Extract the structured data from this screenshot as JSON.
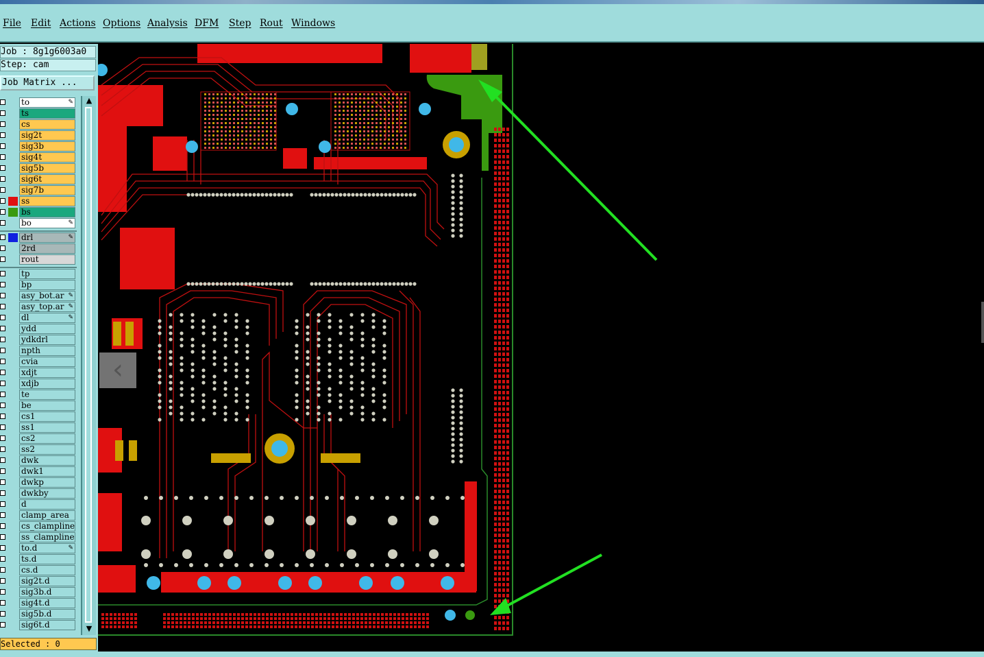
{
  "menu": {
    "items": [
      "File",
      "Edit",
      "Actions",
      "Options",
      "Analysis",
      "DFM",
      "Step",
      "Rout",
      "Windows"
    ]
  },
  "job": {
    "job_line": "Job : 8g1g6003a0",
    "step_line": "Step: cam",
    "matrix_button": "Job Matrix ..."
  },
  "layers": [
    {
      "name": "to",
      "color": "#ffffff",
      "swatch": "",
      "mark": true
    },
    {
      "name": "ts",
      "color": "#1aa87e",
      "swatch": ""
    },
    {
      "name": "cs",
      "color": "#ffc850",
      "swatch": ""
    },
    {
      "name": "sig2t",
      "color": "#ffc850",
      "swatch": ""
    },
    {
      "name": "sig3b",
      "color": "#ffc850",
      "swatch": ""
    },
    {
      "name": "sig4t",
      "color": "#ffc850",
      "swatch": ""
    },
    {
      "name": "sig5b",
      "color": "#ffc850",
      "swatch": ""
    },
    {
      "name": "sig6t",
      "color": "#ffc850",
      "swatch": ""
    },
    {
      "name": "sig7b",
      "color": "#ffc850",
      "swatch": ""
    },
    {
      "name": "ss",
      "color": "#ffc850",
      "swatch": "#e01010"
    },
    {
      "name": "bs",
      "color": "#1aa87e",
      "swatch": "#3a9a10"
    },
    {
      "name": "bo",
      "color": "#ffffff",
      "swatch": "",
      "mark": true
    },
    {
      "name": "drl",
      "color": "#a8b8b8",
      "swatch": "#1020e0",
      "mark": true
    },
    {
      "name": "2rd",
      "color": "#a8b8b8",
      "swatch": ""
    },
    {
      "name": "rout",
      "color": "#d8d8d8",
      "swatch": ""
    },
    {
      "name": "tp",
      "color": "#9fdcdc",
      "swatch": ""
    },
    {
      "name": "bp",
      "color": "#9fdcdc",
      "swatch": ""
    },
    {
      "name": "asy_bot.ar",
      "color": "#9fdcdc",
      "swatch": "",
      "mark": true
    },
    {
      "name": "asy_top.ar",
      "color": "#9fdcdc",
      "swatch": "",
      "mark": true
    },
    {
      "name": "dl",
      "color": "#9fdcdc",
      "swatch": "",
      "mark": true
    },
    {
      "name": "ydd",
      "color": "#9fdcdc",
      "swatch": ""
    },
    {
      "name": "ydkdrl",
      "color": "#9fdcdc",
      "swatch": ""
    },
    {
      "name": "npth",
      "color": "#9fdcdc",
      "swatch": ""
    },
    {
      "name": "cvia",
      "color": "#9fdcdc",
      "swatch": ""
    },
    {
      "name": "xdjt",
      "color": "#9fdcdc",
      "swatch": ""
    },
    {
      "name": "xdjb",
      "color": "#9fdcdc",
      "swatch": ""
    },
    {
      "name": "te",
      "color": "#9fdcdc",
      "swatch": ""
    },
    {
      "name": "be",
      "color": "#9fdcdc",
      "swatch": ""
    },
    {
      "name": "cs1",
      "color": "#9fdcdc",
      "swatch": ""
    },
    {
      "name": "ss1",
      "color": "#9fdcdc",
      "swatch": ""
    },
    {
      "name": "cs2",
      "color": "#9fdcdc",
      "swatch": ""
    },
    {
      "name": "ss2",
      "color": "#9fdcdc",
      "swatch": ""
    },
    {
      "name": "dwk",
      "color": "#9fdcdc",
      "swatch": ""
    },
    {
      "name": "dwk1",
      "color": "#9fdcdc",
      "swatch": ""
    },
    {
      "name": "dwkp",
      "color": "#9fdcdc",
      "swatch": ""
    },
    {
      "name": "dwkby",
      "color": "#9fdcdc",
      "swatch": ""
    },
    {
      "name": "d",
      "color": "#9fdcdc",
      "swatch": ""
    },
    {
      "name": "clamp_area",
      "color": "#9fdcdc",
      "swatch": ""
    },
    {
      "name": "cs_clampline",
      "color": "#9fdcdc",
      "swatch": ""
    },
    {
      "name": "ss_clampline",
      "color": "#9fdcdc",
      "swatch": ""
    },
    {
      "name": "to.d",
      "color": "#9fdcdc",
      "swatch": "",
      "mark": true
    },
    {
      "name": "ts.d",
      "color": "#9fdcdc",
      "swatch": ""
    },
    {
      "name": "cs.d",
      "color": "#9fdcdc",
      "swatch": ""
    },
    {
      "name": "sig2t.d",
      "color": "#9fdcdc",
      "swatch": ""
    },
    {
      "name": "sig3b.d",
      "color": "#9fdcdc",
      "swatch": ""
    },
    {
      "name": "sig4t.d",
      "color": "#9fdcdc",
      "swatch": ""
    },
    {
      "name": "sig5b.d",
      "color": "#9fdcdc",
      "swatch": ""
    },
    {
      "name": "sig6t.d",
      "color": "#9fdcdc",
      "swatch": ""
    }
  ],
  "status": {
    "selected": "Selected : 0"
  },
  "icons": {
    "back": "chevron-left-icon",
    "mark": "pencil-icon"
  },
  "colors": {
    "copper": "#e01010",
    "trace": "#c01010",
    "pad": "#c8a000",
    "via": "#40b8e8",
    "highlight": "#3a9a10",
    "annotation_arrow": "#22e022",
    "outline": "#2a8a2a"
  }
}
